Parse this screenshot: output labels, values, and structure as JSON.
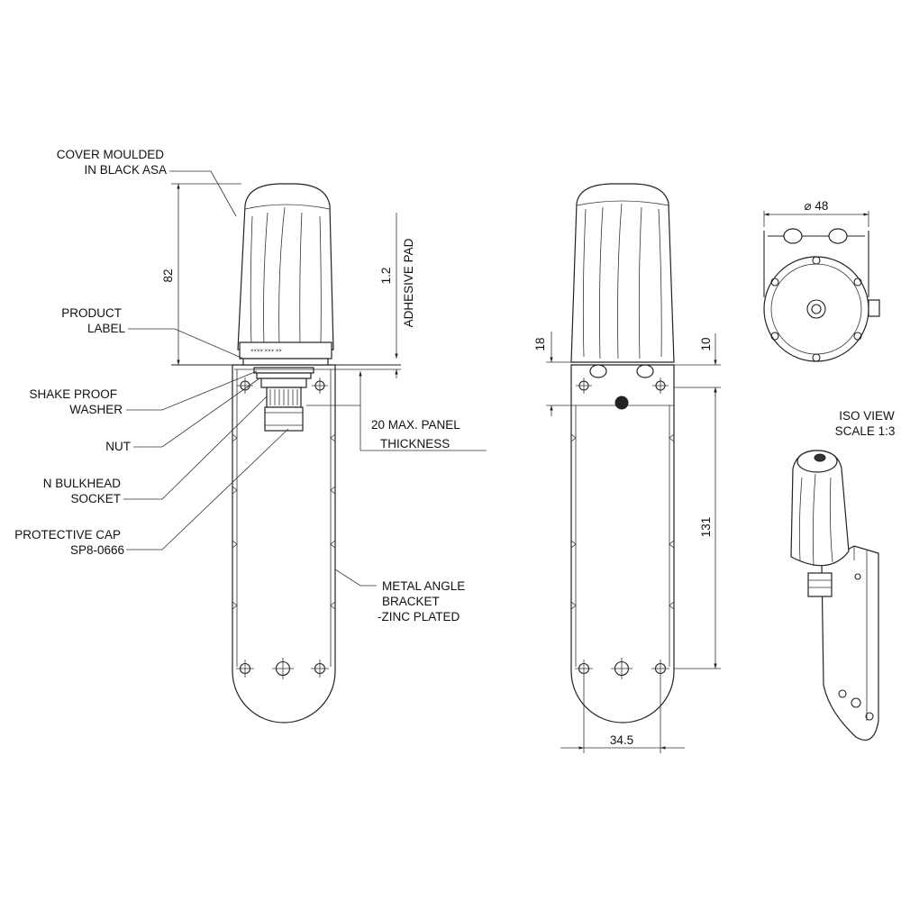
{
  "callouts": {
    "cover": [
      "COVER MOULDED",
      "IN BLACK ASA"
    ],
    "label": [
      "PRODUCT",
      "LABEL"
    ],
    "washer": [
      "SHAKE PROOF",
      "WASHER"
    ],
    "nut": "NUT",
    "socket": [
      "N BULKHEAD",
      "SOCKET"
    ],
    "cap": [
      "PROTECTIVE CAP",
      "SP8-0666"
    ],
    "bracket": [
      "METAL ANGLE",
      "BRACKET",
      "-ZINC PLATED"
    ],
    "panel": [
      "20 MAX. PANEL",
      "THICKNESS"
    ],
    "adhesive": "ADHESIVE PAD",
    "iso": [
      "ISO VIEW",
      "SCALE 1:3"
    ]
  },
  "dimensions": {
    "height": "82",
    "pad": "1.2",
    "d18": "18",
    "d10": "10",
    "d131": "131",
    "d345": "34.5",
    "dia": "⌀ 48"
  }
}
